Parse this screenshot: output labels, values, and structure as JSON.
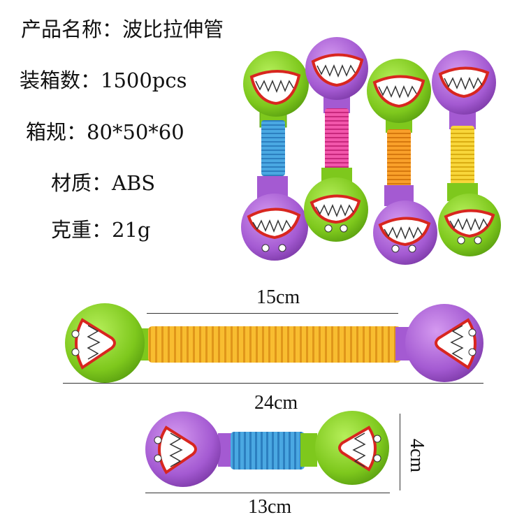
{
  "specs": {
    "name": "产品名称：波比拉伸管",
    "carton_qty": "装箱数：1500pcs",
    "carton_size": "箱规：80*50*60",
    "material": "材质：ABS",
    "weight": "克重：21g"
  },
  "dimensions": {
    "tube_length": "15cm",
    "extended_length": "24cm",
    "compressed_length": "13cm",
    "diameter": "4cm"
  },
  "colors": {
    "green": "#86d421",
    "purple": "#a85fd6",
    "blue_tube": "#49a9e3",
    "pink_tube": "#f04aa3",
    "orange_tube": "#f79a1c",
    "yellow_tube": "#f6cd2b",
    "amber_tube": "#f7b62a",
    "mouth_red": "#d8261f"
  }
}
